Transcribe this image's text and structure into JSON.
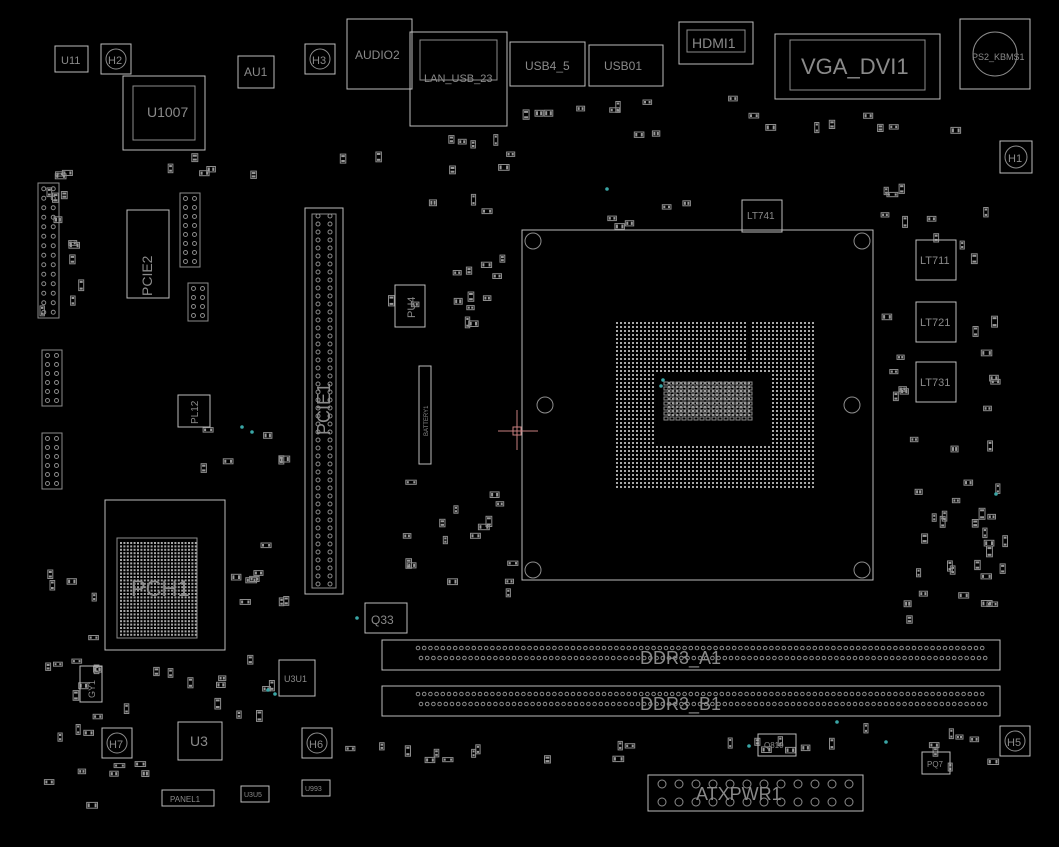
{
  "board": {
    "refdes": {
      "vga_dvi": "VGA_DVI1",
      "hdmi": "HDMI1",
      "ps2": "PS2_KBMS1",
      "audio": "AUDIO2",
      "lan": "LAN_USB_23",
      "usb1": "USB4_5",
      "usb2": "USB01",
      "u11": "U11",
      "h2": "H2",
      "au1": "AU1",
      "h3": "H3",
      "h1": "H1",
      "u1007": "U1007",
      "pcie2": "PCIE2",
      "pcie1": "PCIE1",
      "pu4": "PU4",
      "battery": "BATTERY1",
      "lt741": "LT741",
      "lt711": "LT711",
      "lt721": "LT721",
      "lt731": "LT731",
      "pl12": "PL12",
      "pch": "PCH1",
      "q33": "Q33",
      "ddr_a": "DDR3_A1",
      "ddr_b": "DDR3_B1",
      "u3u1": "U3U1",
      "u3": "U3",
      "h7": "H7",
      "h6": "H6",
      "h5": "H5",
      "gy1": "GY1",
      "panel": "PANEL1",
      "u3u5": "U3U5",
      "u993": "U993",
      "q810": "Q810",
      "atx": "ATXPWR1",
      "pq7": "PQ7"
    }
  }
}
